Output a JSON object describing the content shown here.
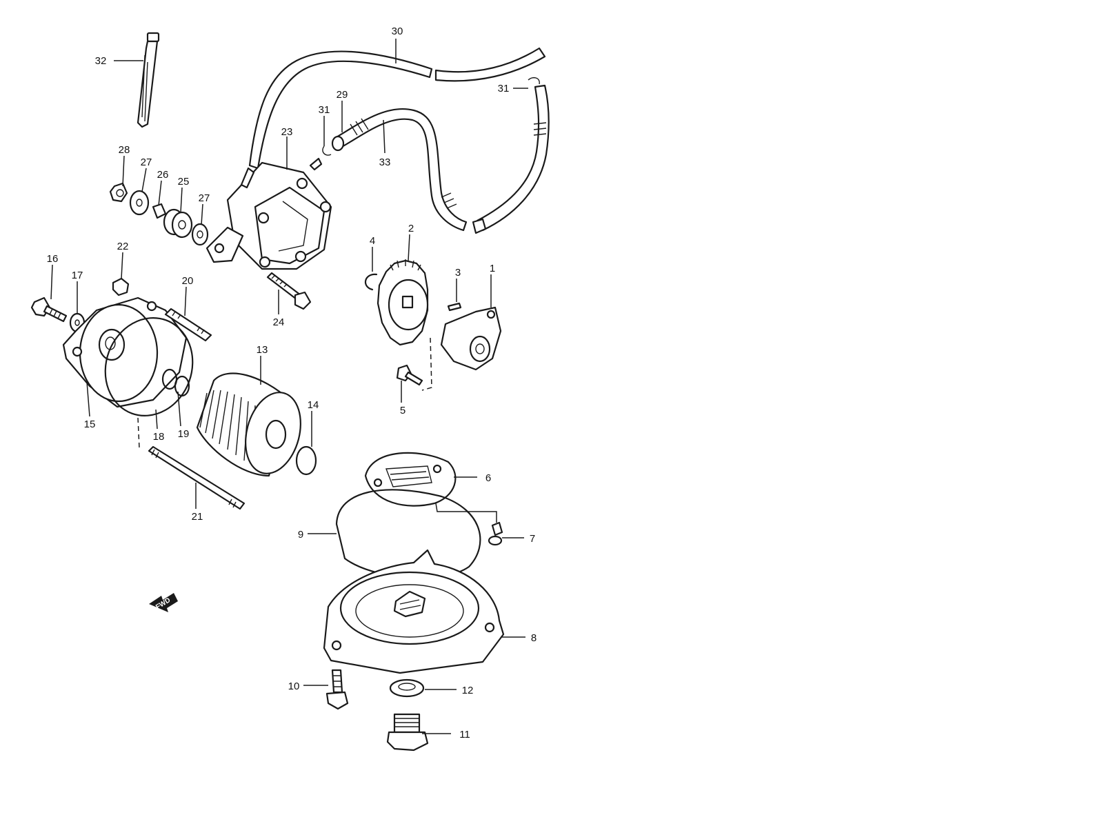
{
  "callouts": [
    {
      "id": "c1",
      "label": "1"
    },
    {
      "id": "c2",
      "label": "2"
    },
    {
      "id": "c3",
      "label": "3"
    },
    {
      "id": "c4",
      "label": "4"
    },
    {
      "id": "c5",
      "label": "5"
    },
    {
      "id": "c6",
      "label": "6"
    },
    {
      "id": "c7",
      "label": "7"
    },
    {
      "id": "c8",
      "label": "8"
    },
    {
      "id": "c9",
      "label": "9"
    },
    {
      "id": "c10",
      "label": "10"
    },
    {
      "id": "c11",
      "label": "11"
    },
    {
      "id": "c12",
      "label": "12"
    },
    {
      "id": "c13",
      "label": "13"
    },
    {
      "id": "c14",
      "label": "14"
    },
    {
      "id": "c15",
      "label": "15"
    },
    {
      "id": "c16",
      "label": "16"
    },
    {
      "id": "c17",
      "label": "17"
    },
    {
      "id": "c18",
      "label": "18"
    },
    {
      "id": "c19",
      "label": "19"
    },
    {
      "id": "c20",
      "label": "20"
    },
    {
      "id": "c21",
      "label": "21"
    },
    {
      "id": "c22",
      "label": "22"
    },
    {
      "id": "c23",
      "label": "23"
    },
    {
      "id": "c24",
      "label": "24"
    },
    {
      "id": "c25",
      "label": "25"
    },
    {
      "id": "c26",
      "label": "26"
    },
    {
      "id": "c27a",
      "label": "27"
    },
    {
      "id": "c27b",
      "label": "27"
    },
    {
      "id": "c28",
      "label": "28"
    },
    {
      "id": "c29",
      "label": "29"
    },
    {
      "id": "c30",
      "label": "30"
    },
    {
      "id": "c31a",
      "label": "31"
    },
    {
      "id": "c31b",
      "label": "31"
    },
    {
      "id": "c32",
      "label": "32"
    },
    {
      "id": "c33",
      "label": "33"
    }
  ],
  "fwd_arrow": {
    "label": "FWD",
    "icon": "fwd-arrow-icon"
  },
  "line_color": "#1a1a1a",
  "background": "#ffffff"
}
